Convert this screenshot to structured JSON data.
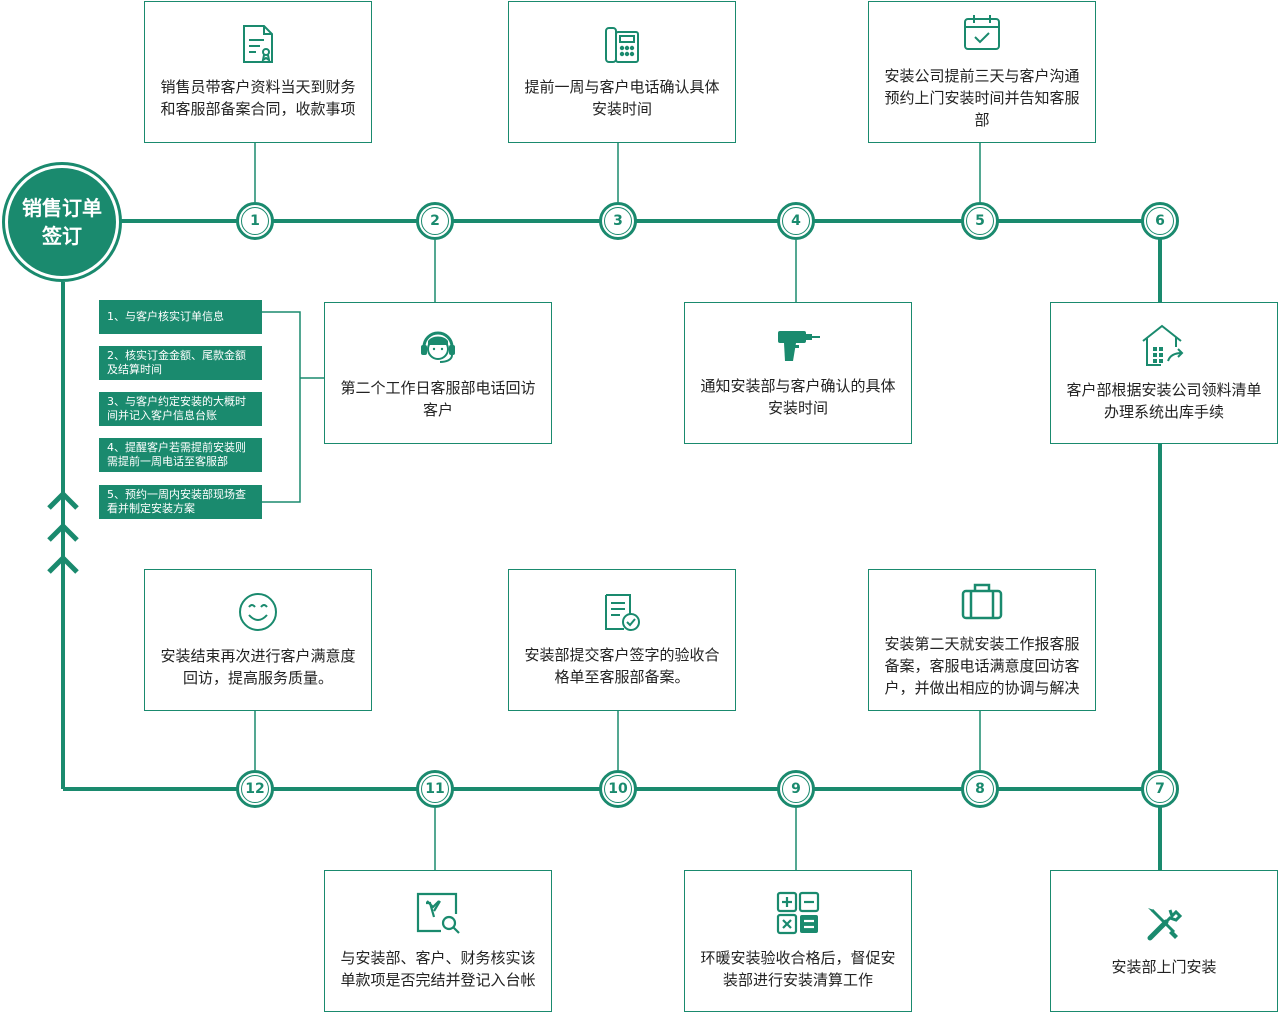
{
  "start": {
    "line1": "销售订单",
    "line2": "签订"
  },
  "nodes": [
    "1",
    "2",
    "3",
    "4",
    "5",
    "6",
    "7",
    "8",
    "9",
    "10",
    "11",
    "12"
  ],
  "boxes": {
    "b1": {
      "text": "销售员带客户资料当天到财务和客服部备案合同，收款事项",
      "icon": "contract-document-icon"
    },
    "b2": {
      "text": "第二个工作日客服部电话回访客户",
      "icon": "customer-service-headset-icon"
    },
    "b3": {
      "text": "提前一周与客户电话确认具体安装时间",
      "icon": "telephone-icon"
    },
    "b4": {
      "text": "通知安装部与客户确认的具体安装时间",
      "icon": "drill-icon"
    },
    "b5": {
      "text": "安装公司提前三天与客户沟通预约上门安装时间并告知客服部",
      "icon": "calendar-check-icon"
    },
    "b6": {
      "text": "客户部根据安装公司领料清单办理系统出库手续",
      "icon": "warehouse-icon"
    },
    "b7": {
      "text": "安装部上门安装",
      "icon": "tools-icon"
    },
    "b8": {
      "text": "安装第二天就安装工作报客服备案，客服电话满意度回访客户，并做出相应的协调与解决",
      "icon": "briefcase-icon"
    },
    "b9": {
      "text": "环暖安装验收合格后，督促安装部进行安装清算工作",
      "icon": "calculator-icon"
    },
    "b10": {
      "text": "安装部提交客户签字的验收合格单至客服部备案。",
      "icon": "signed-form-icon"
    },
    "b11": {
      "text": "与安装部、客户、财务核实该单款项是否完结并登记入台帐",
      "icon": "ledger-search-icon"
    },
    "b12": {
      "text": "安装结束再次进行客户满意度回访，提高服务质量。",
      "icon": "smiley-icon"
    }
  },
  "checklist": [
    "1、与客户核实订单信息",
    "2、核实订金金额、尾款金额及结算时间",
    "3、与客户约定安装的大概时间并记入客户信息台账",
    "4、提醒客户若需提前安装则需提前一周电话至客服部",
    "5、预约一周内安装部现场查看并制定安装方案"
  ],
  "colors": {
    "accent": "#1a8a6e"
  }
}
